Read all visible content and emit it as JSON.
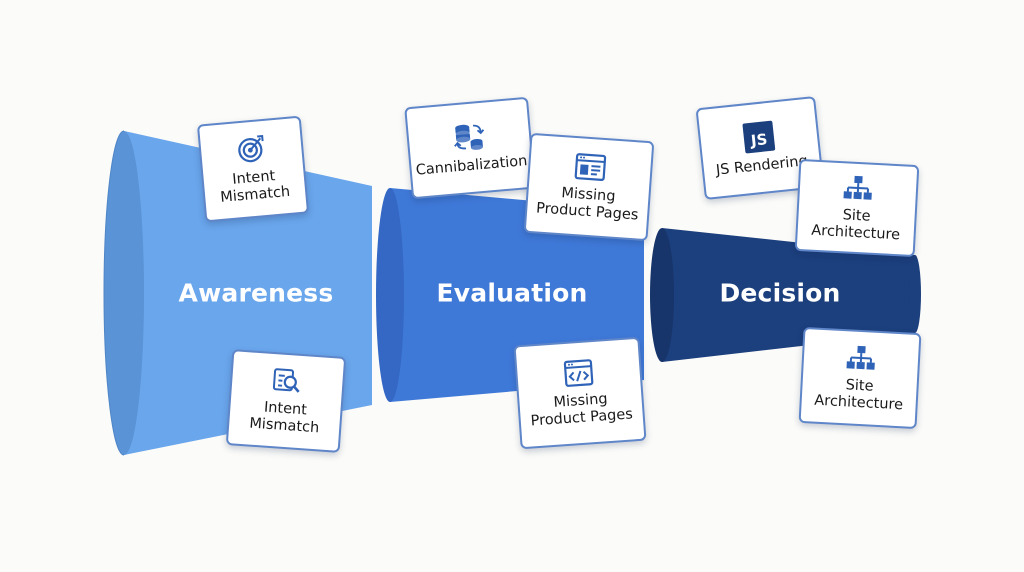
{
  "colors": {
    "awareness": "#6aa6ec",
    "evaluation": "#3f79d8",
    "decision": "#1c3f7d",
    "card_border": "#5f86c9",
    "icon": "#2f63b8"
  },
  "stages": [
    {
      "id": "awareness",
      "label": "Awareness"
    },
    {
      "id": "evaluation",
      "label": "Evaluation"
    },
    {
      "id": "decision",
      "label": "Decision"
    }
  ],
  "cards": {
    "awareness_top": {
      "icon": "target-icon",
      "lines": [
        "Intent",
        "Mismatch"
      ]
    },
    "awareness_bottom": {
      "icon": "search-document-icon",
      "lines": [
        "Intent",
        "Mismatch"
      ]
    },
    "evaluation_cannibalization": {
      "icon": "database-sync-icon",
      "lines": [
        "Cannibalization"
      ]
    },
    "evaluation_top": {
      "icon": "browser-window-icon",
      "lines": [
        "Missing",
        "Product Pages"
      ]
    },
    "evaluation_bottom": {
      "icon": "code-window-icon",
      "lines": [
        "Missing",
        "Product Pages"
      ]
    },
    "decision_js": {
      "icon": "js-logo-icon",
      "lines": [
        "JS Rendering"
      ],
      "badge": "JS"
    },
    "decision_top": {
      "icon": "sitemap-icon",
      "lines": [
        "Site",
        "Architecture"
      ]
    },
    "decision_bottom": {
      "icon": "sitemap-icon",
      "lines": [
        "Site",
        "Architecture"
      ]
    }
  }
}
